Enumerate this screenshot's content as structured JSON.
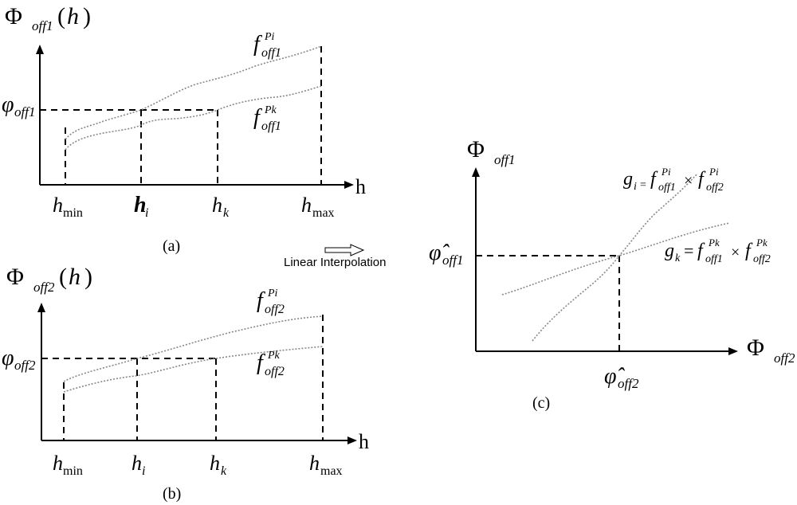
{
  "panel_a": {
    "y_axis": {
      "base": "Φ",
      "sub": "off1",
      "suffix_open": "(",
      "var": "h",
      "suffix_close": ")"
    },
    "x_axis_label": "h",
    "y_level": {
      "base": "φ",
      "sub": "off1"
    },
    "ticks": [
      {
        "base": "h",
        "sub": "min"
      },
      {
        "base": "h",
        "sub": "i"
      },
      {
        "base": "h",
        "sub": "k"
      },
      {
        "base": "h",
        "sub": "max"
      }
    ],
    "curve_upper": {
      "base": "f",
      "sub": "off1",
      "sup": "Pi"
    },
    "curve_lower": {
      "base": "f",
      "sub": "off1",
      "sup": "Pk"
    },
    "caption": "(a)"
  },
  "panel_b": {
    "y_axis": {
      "base": "Φ",
      "sub": "off2",
      "suffix_open": "(",
      "var": "h",
      "suffix_close": ")"
    },
    "x_axis_label": "h",
    "y_level": {
      "base": "φ",
      "sub": "off2"
    },
    "ticks": [
      {
        "base": "h",
        "sub": "min"
      },
      {
        "base": "h",
        "sub": "i"
      },
      {
        "base": "h",
        "sub": "k"
      },
      {
        "base": "h",
        "sub": "max"
      }
    ],
    "curve_upper": {
      "base": "f",
      "sub": "off2",
      "sup": "Pi"
    },
    "curve_lower": {
      "base": "f",
      "sub": "off2",
      "sup": "Pk"
    },
    "caption": "(b)"
  },
  "arrow_label": "Linear Interpolation",
  "panel_c": {
    "y_axis": {
      "base": "Φ",
      "sub": "off1"
    },
    "x_axis": {
      "base": "Φ",
      "sub": "off2"
    },
    "y_level": {
      "base": "φ̂",
      "sub": "off1"
    },
    "x_level": {
      "base": "φ̂",
      "sub": "off2"
    },
    "g_i": {
      "lhs": "g",
      "lhs_sub": "i",
      "eq": "=",
      "f": "f",
      "f1_sub": "off1",
      "f1_sup": "Pi",
      "times": "×",
      "f2_sub": "off2",
      "f2_sup": "Pi"
    },
    "g_k": {
      "lhs": "g",
      "lhs_sub": "k",
      "eq": "=",
      "f": "f",
      "f1_sub": "off1",
      "f1_sup": "Pk",
      "times": "×",
      "f2_sub": "off2",
      "f2_sup": "Pk"
    },
    "caption": "(c)"
  }
}
